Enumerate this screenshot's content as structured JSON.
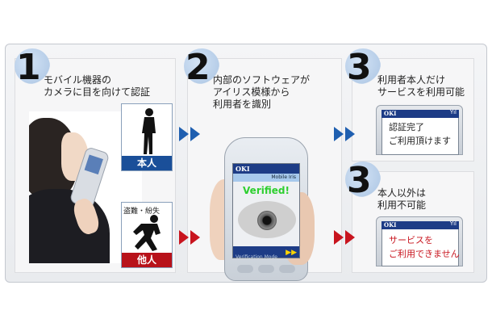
{
  "steps": [
    {
      "number": "1",
      "caption_lines": [
        "モバイル機器の",
        "カメラに目を向けて認証"
      ]
    },
    {
      "number": "2",
      "caption_lines": [
        "内部のソフトウェアが",
        "アイリス模様から",
        "利用者を識別"
      ]
    },
    {
      "number": "3",
      "caption_lines": [
        "利用者本人だけ",
        "サービスを利用可能"
      ]
    },
    {
      "number": "3",
      "caption_lines": [
        "本人以外は",
        "利用不可能"
      ]
    }
  ],
  "identity": {
    "self_label": "本人",
    "other_tag": "盗難・紛失",
    "other_label": "他人"
  },
  "device": {
    "brand": "OKI",
    "screen_subtitle": "Mobile Iris",
    "status_text": "Verified!",
    "footer_text": "Verification Mode",
    "signal_icon": "signal-icon"
  },
  "results": {
    "success_lines": [
      "認証完了",
      "ご利用頂けます"
    ],
    "failure_lines": [
      "サービスを",
      "ご利用できません"
    ]
  },
  "colors": {
    "self_blue": "#1a4f99",
    "other_red": "#b8121a",
    "verified_green": "#2dcf2f"
  }
}
